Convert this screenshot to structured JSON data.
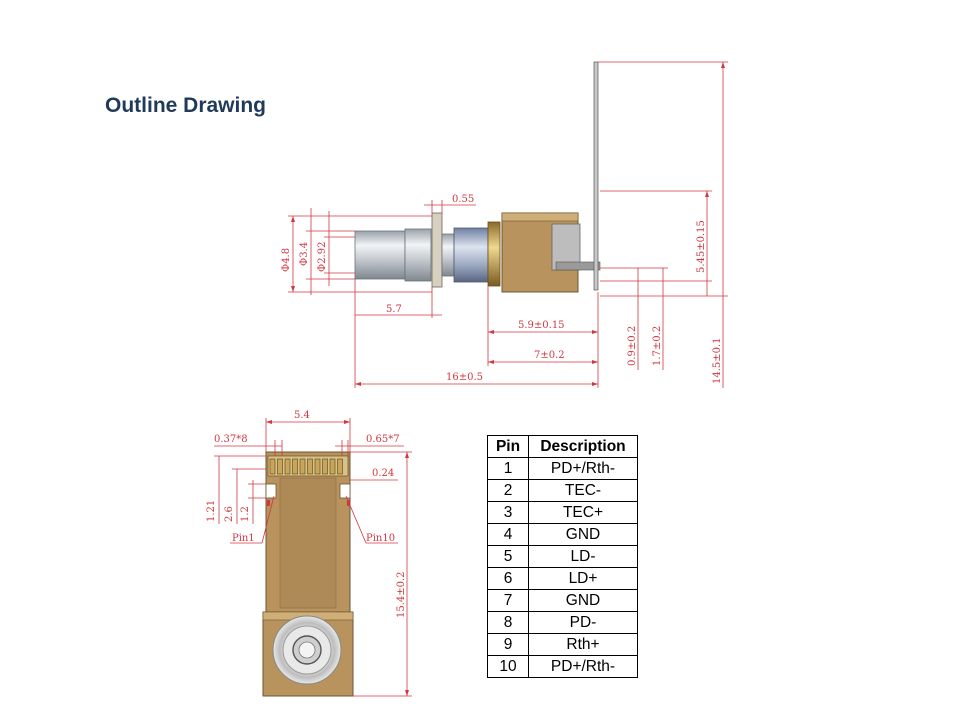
{
  "page": {
    "title": "Outline Drawing"
  },
  "drawing": {
    "side_view_dims": {
      "d_4_8": "Φ4.8",
      "d_3_4": "Φ3.4",
      "d_2_92": "Φ2.92",
      "t_0_55": "0.55",
      "l_5_7": "5.7",
      "l_5_9": "5.9±0.15",
      "l_7": "7±0.2",
      "l_16": "16±0.5",
      "h_0_9": "0.9±0.2",
      "h_1_7": "1.7±0.2",
      "h_5_45": "5.45±0.15",
      "h_14_5": "14.5±0.1"
    },
    "bottom_view_dims": {
      "w_5_4": "5.4",
      "pitch_0_37": "0.37*8",
      "pad_0_65": "0.65*7",
      "pad_0_24": "0.24",
      "v_1_21": "1.21",
      "v_2_6": "2.6",
      "v_1_2": "1.2",
      "h_15_4": "15.4±0.2",
      "pin1": "Pin1",
      "pin10": "Pin10"
    },
    "colors": {
      "dimension": "#d0373f",
      "body": "#b8935e",
      "gold": "#c9a55a"
    }
  },
  "pin_table": {
    "headers": {
      "pin": "Pin",
      "description": "Description"
    },
    "rows": [
      {
        "pin": "1",
        "description": "PD+/Rth-"
      },
      {
        "pin": "2",
        "description": "TEC-"
      },
      {
        "pin": "3",
        "description": "TEC+"
      },
      {
        "pin": "4",
        "description": "GND"
      },
      {
        "pin": "5",
        "description": "LD-"
      },
      {
        "pin": "6",
        "description": "LD+"
      },
      {
        "pin": "7",
        "description": "GND"
      },
      {
        "pin": "8",
        "description": "PD-"
      },
      {
        "pin": "9",
        "description": "Rth+"
      },
      {
        "pin": "10",
        "description": "PD+/Rth-"
      }
    ]
  }
}
